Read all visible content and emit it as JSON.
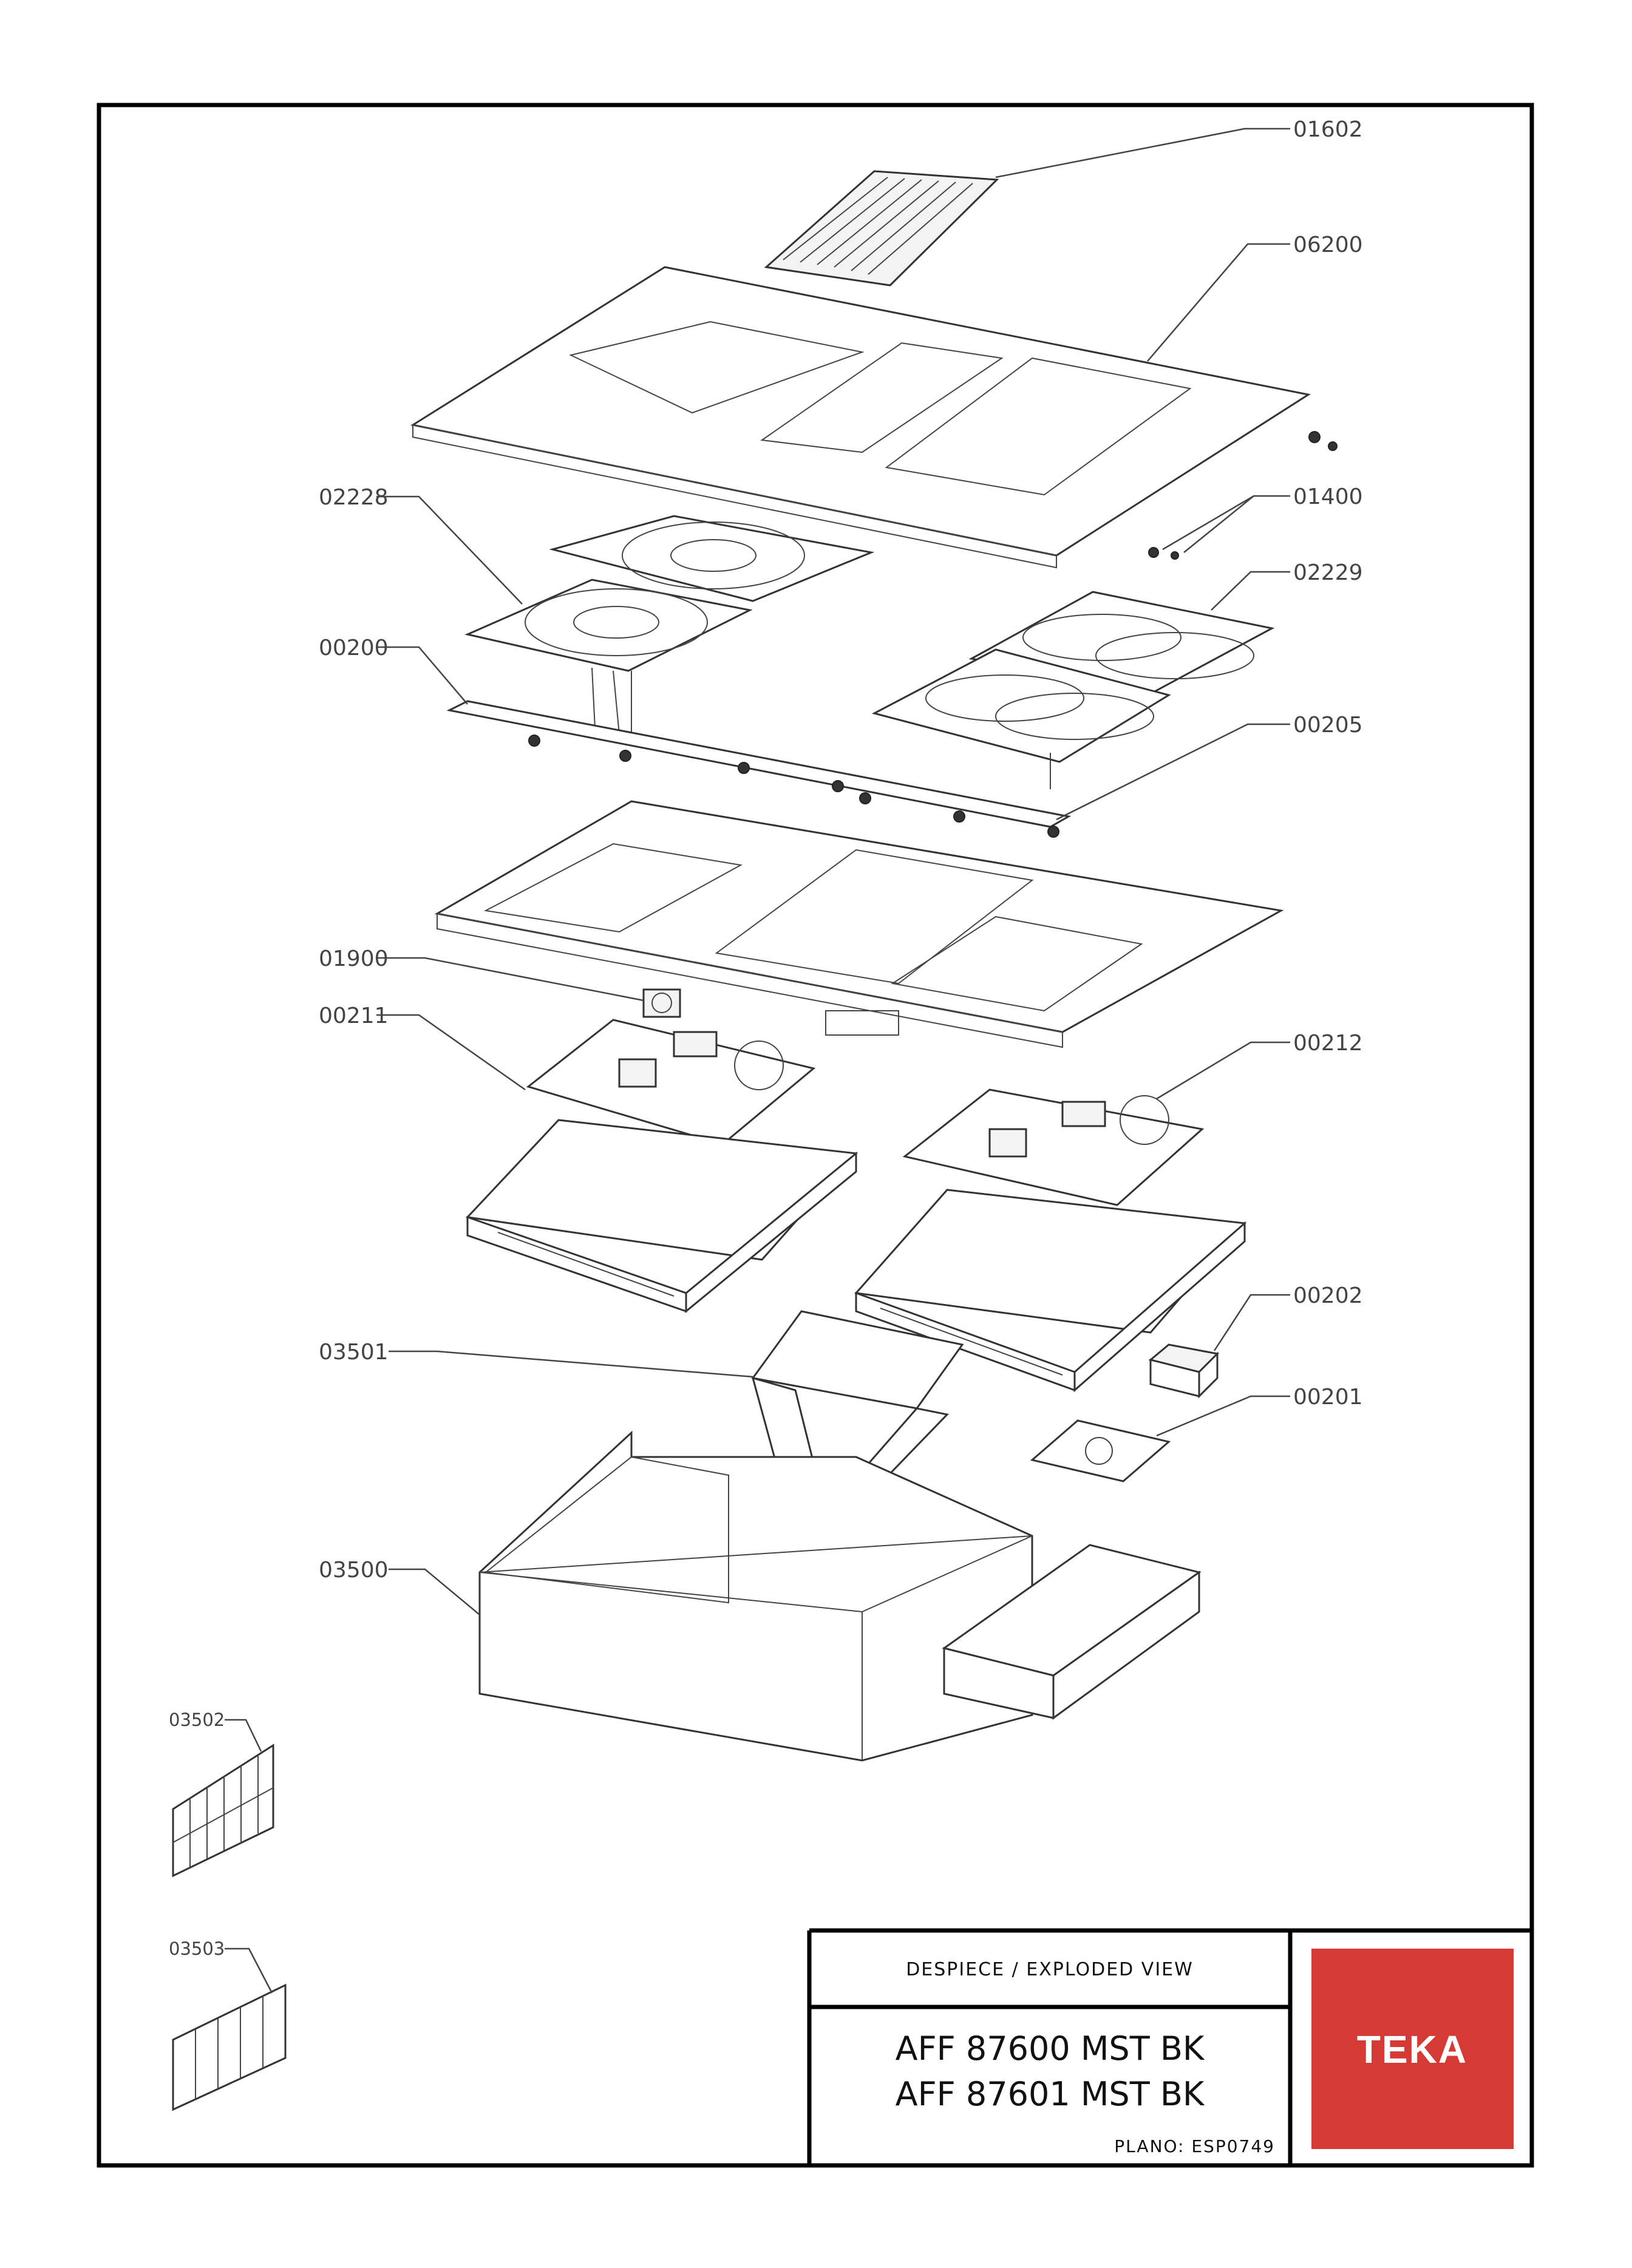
{
  "drawing": {
    "parts": [
      {
        "id": "p01602",
        "ref": "01602"
      },
      {
        "id": "p06200",
        "ref": "06200"
      },
      {
        "id": "p02228",
        "ref": "02228"
      },
      {
        "id": "p01400",
        "ref": "01400"
      },
      {
        "id": "p02229",
        "ref": "02229"
      },
      {
        "id": "p00200",
        "ref": "00200"
      },
      {
        "id": "p00205",
        "ref": "00205"
      },
      {
        "id": "p01900",
        "ref": "01900"
      },
      {
        "id": "p00211",
        "ref": "00211"
      },
      {
        "id": "p00212",
        "ref": "00212"
      },
      {
        "id": "p00202",
        "ref": "00202"
      },
      {
        "id": "p03501",
        "ref": "03501"
      },
      {
        "id": "p00201",
        "ref": "00201"
      },
      {
        "id": "p03500",
        "ref": "03500"
      },
      {
        "id": "p03502",
        "ref": "03502"
      },
      {
        "id": "p03503",
        "ref": "03503"
      }
    ]
  },
  "title_block": {
    "title": "DESPIECE / EXPLODED VIEW",
    "models": [
      "AFF 87600 MST BK",
      "AFF 87601 MST BK"
    ],
    "plano": "PLANO: ESP0749"
  },
  "logo": {
    "text": "TEKA",
    "color": "#d63a35"
  }
}
